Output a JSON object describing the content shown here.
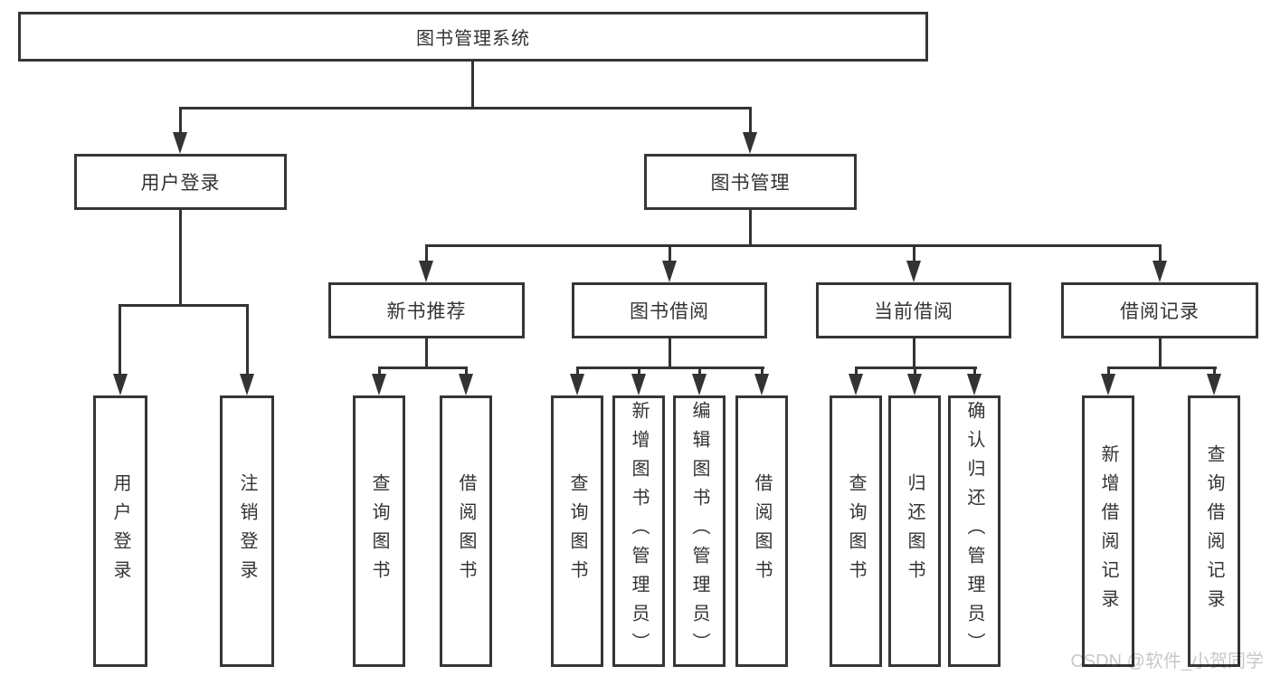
{
  "tree": {
    "root": {
      "label": "图书管理系统"
    },
    "level1": [
      {
        "label": "用户登录"
      },
      {
        "label": "图书管理"
      }
    ],
    "level2": [
      {
        "label": "新书推荐"
      },
      {
        "label": "图书借阅"
      },
      {
        "label": "当前借阅"
      },
      {
        "label": "借阅记录"
      }
    ],
    "leaves": {
      "user_login": [
        "用户登录",
        "注销登录"
      ],
      "new_book": [
        "查询图书",
        "借阅图书"
      ],
      "book_borrow": [
        "查询图书",
        "新增图书（管理员）",
        "编辑图书（管理员）",
        "借阅图书"
      ],
      "current_borrow": [
        "查询图书",
        "归还图书",
        "确认归还（管理员）"
      ],
      "borrow_record": [
        "新增借阅记录",
        "查询借阅记录"
      ]
    }
  },
  "watermark": {
    "text": "CSDN @软件_小贺同学"
  },
  "colors": {
    "line": "#333333",
    "box_border": "#363636",
    "text": "#333333",
    "watermark": "#c8c8c8",
    "background": "#ffffff"
  }
}
